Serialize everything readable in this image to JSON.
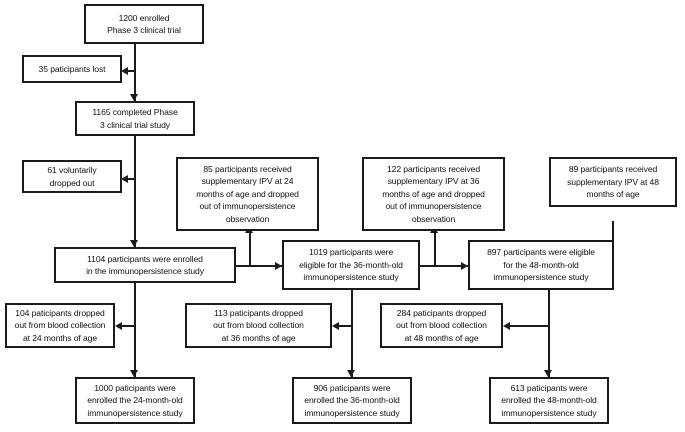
{
  "diagram": {
    "title": "Clinical trial immunopersistence participant flow diagram",
    "type": "flowchart",
    "colors": {
      "stroke": "#1a1a1a",
      "node_fill": "#ffffff",
      "text": "#111111",
      "background": "#ffffff"
    },
    "nodes": [
      {
        "id": "enrolled",
        "text": "1200 enrolled Phase 3 clinical trial",
        "lines": [
          "1200 enrolled",
          "Phase 3 clinical trial"
        ]
      },
      {
        "id": "lost",
        "text": "35 paticipants lost",
        "lines": [
          "35  paticipants  lost"
        ]
      },
      {
        "id": "completed",
        "text": "1165 completed Phase 3 clinical trial study",
        "lines": [
          "1165 completed Phase",
          "3 clinical trial study"
        ]
      },
      {
        "id": "dropped-voluntarily",
        "text": "61 voluntarily dropped out",
        "lines": [
          "61  voluntarily",
          "dropped out"
        ]
      },
      {
        "id": "ipv-24",
        "text": "85 participants received supplementary IPV at 24 months of age and dropped out of immunopersistence observation",
        "lines": [
          "85 participants   received",
          "supplementary IPV at 24",
          "months of age  and dropped",
          "out of immunopersistence",
          "observation"
        ]
      },
      {
        "id": "ipv-36",
        "text": "122 participants received supplementary IPV at 36 months of age and dropped out of immunopersistence observation",
        "lines": [
          "122 participants   received",
          "supplementary IPV at 36",
          "months of age  and dropped",
          "out of immunopersistence",
          "observation"
        ]
      },
      {
        "id": "ipv-48",
        "text": "89 participants received supplementary IPV at 48 months of age",
        "lines": [
          "89 participants received",
          "supplementary IPV at 48",
          "months of age"
        ]
      },
      {
        "id": "enrolled-immuno",
        "text": "1104 participants were enrolled in the immunopersistence study",
        "lines": [
          "1104 participants were enrolled",
          "in the immunopersistence  study"
        ]
      },
      {
        "id": "eligible-36",
        "text": "1019 participants were eligible for the 36-month-old immunopersistence study",
        "lines": [
          "1019 participants were",
          "eligible for the 36-month-old",
          "immunopersistence study"
        ]
      },
      {
        "id": "eligible-48",
        "text": "897 participants were eligible for the 48-month-old immunopersistence study",
        "lines": [
          "897 participants were eligible",
          "for the 48-month-old",
          "immunopersistence study"
        ]
      },
      {
        "id": "dropped-blood-24",
        "text": "104 paticipants dropped out from blood collection at 24 months of age",
        "lines": [
          "104 paticipants dropped",
          "out from blood collection",
          "at 24 months  of age"
        ]
      },
      {
        "id": "dropped-blood-36",
        "text": "113 paticipants dropped out from blood collection at 36 months of age",
        "lines": [
          "113 paticipants dropped",
          "out from blood collection",
          "at 36 months  of age"
        ]
      },
      {
        "id": "dropped-blood-48",
        "text": "284 paticipants dropped out from blood collection at 48 months of age",
        "lines": [
          "284 paticipants dropped",
          "out from blood collection",
          "at 48 months  of age"
        ]
      },
      {
        "id": "final-24",
        "text": "1000 paticipants were enrolled the 24-month-old immunopersistence study",
        "lines": [
          "1000 paticipants were",
          "enrolled the 24-month-old",
          "immunopersistence study"
        ]
      },
      {
        "id": "final-36",
        "text": "906 paticipants were enrolled the 36-month-old immunopersistence study",
        "lines": [
          "906 paticipants were",
          "enrolled the 36-month-old",
          "immunopersistence study"
        ]
      },
      {
        "id": "final-48",
        "text": "613 paticipants were enrolled the 48-month-old immunopersistence study",
        "lines": [
          "613 paticipants were",
          "enrolled the 48-month-old",
          "immunopersistence study"
        ]
      }
    ]
  }
}
